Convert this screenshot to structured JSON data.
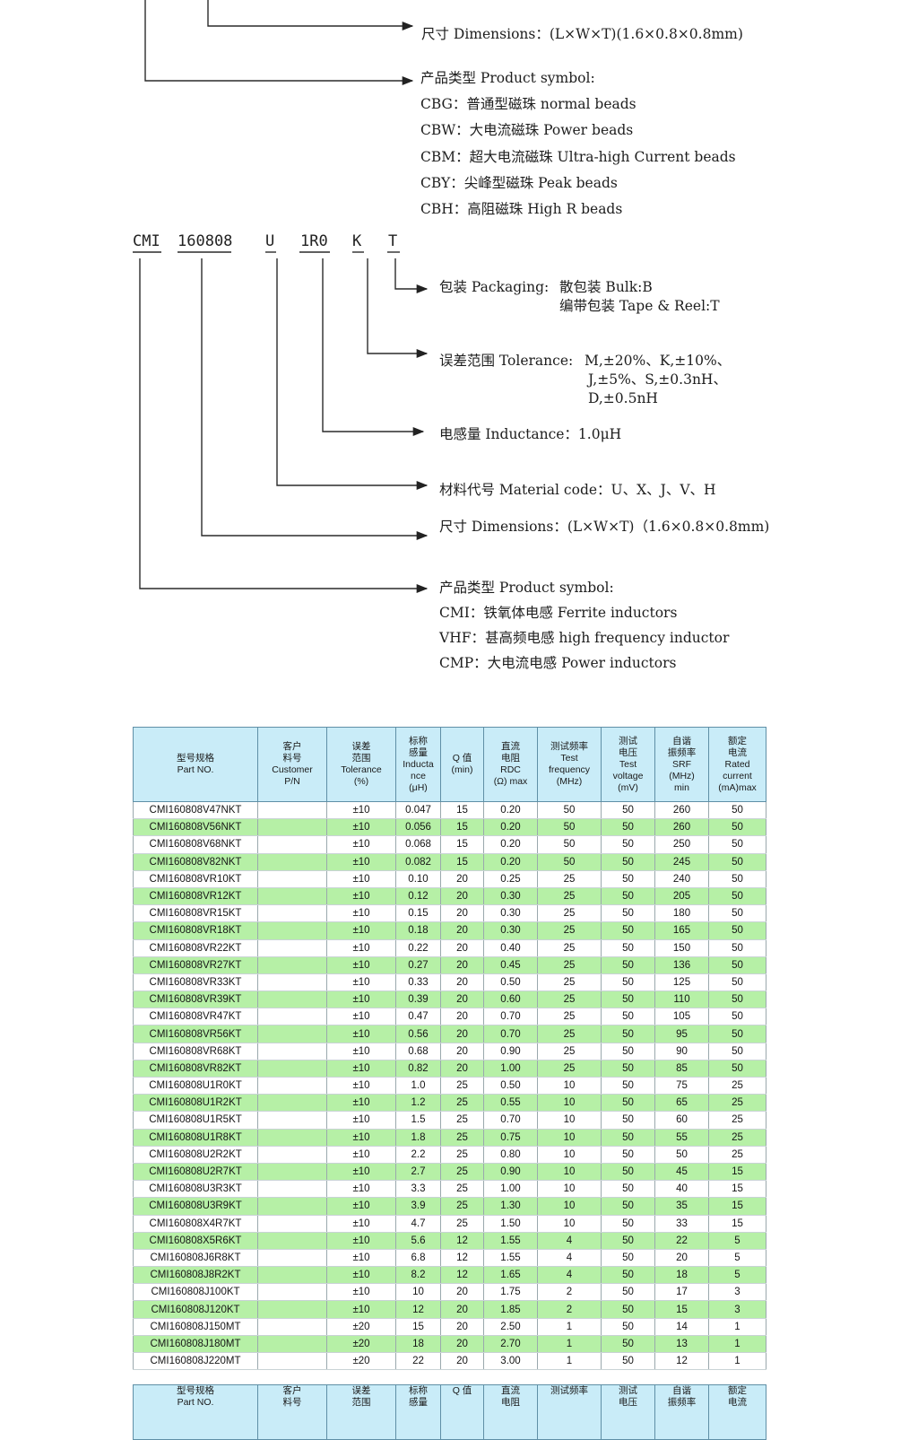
{
  "beads_legend": {
    "dimensions": "尺寸 Dimensions：(L×W×T)(1.6×0.8×0.8mm)",
    "product_symbol": "产品类型 Product symbol:",
    "types": [
      "CBG：普通型磁珠 normal beads",
      "CBW：大电流磁珠 Power beads",
      "CBM：超大电流磁珠 Ultra-high Current beads",
      "CBY：尖峰型磁珠 Peak beads",
      "CBH：高阻磁珠 High R beads"
    ]
  },
  "part_code": {
    "segments": [
      "CMI",
      "160808",
      "U",
      "1R0",
      "K",
      "T"
    ]
  },
  "inductor_legend": {
    "packaging_label": "包装 Packaging:",
    "packaging_bulk": "散包装 Bulk:B",
    "packaging_tape": "编带包装 Tape & Reel:T",
    "tolerance_label": "误差范围 Tolerance:",
    "tolerance_line1": "M,±20%、K,±10%、",
    "tolerance_line2": "J,±5%、S,±0.3nH、",
    "tolerance_line3": "D,±0.5nH",
    "inductance": "电感量 Inductance：1.0μH",
    "material": "材料代号 Material code：U、X、J、V、H",
    "dimensions": "尺寸 Dimensions：(L×W×T)（1.6×0.8×0.8mm)",
    "product_symbol": "产品类型 Product symbol:",
    "types": [
      "CMI：铁氧体电感 Ferrite inductors",
      "VHF：甚高频电感 high frequency inductor",
      "CMP：大电流电感 Power inductors"
    ]
  },
  "spec_table": {
    "headers": [
      "型号规格\nPart NO.",
      "客户\n料号\nCustomer\nP/N",
      "误差\n范围\nTolerance\n(%)",
      "标称\n感量\nInducta\nnce\n(μH)",
      "Q 值\n(min)",
      "直流\n电阻\nRDC\n(Ω) max",
      "测试频率\nTest\nfrequency\n(MHz)",
      "测试\n电压\nTest\nvoltage\n(mV)",
      "自谐\n振频率\nSRF\n(MHz)\nmin",
      "额定\n电流\nRated\ncurrent\n(mA)max"
    ],
    "rows": [
      [
        "CMI160808V47NKT",
        "",
        "±10",
        "0.047",
        "15",
        "0.20",
        "50",
        "50",
        "260",
        "50"
      ],
      [
        "CMI160808V56NKT",
        "",
        "±10",
        "0.056",
        "15",
        "0.20",
        "50",
        "50",
        "260",
        "50"
      ],
      [
        "CMI160808V68NKT",
        "",
        "±10",
        "0.068",
        "15",
        "0.20",
        "50",
        "50",
        "250",
        "50"
      ],
      [
        "CMI160808V82NKT",
        "",
        "±10",
        "0.082",
        "15",
        "0.20",
        "50",
        "50",
        "245",
        "50"
      ],
      [
        "CMI160808VR10KT",
        "",
        "±10",
        "0.10",
        "20",
        "0.25",
        "25",
        "50",
        "240",
        "50"
      ],
      [
        "CMI160808VR12KT",
        "",
        "±10",
        "0.12",
        "20",
        "0.30",
        "25",
        "50",
        "205",
        "50"
      ],
      [
        "CMI160808VR15KT",
        "",
        "±10",
        "0.15",
        "20",
        "0.30",
        "25",
        "50",
        "180",
        "50"
      ],
      [
        "CMI160808VR18KT",
        "",
        "±10",
        "0.18",
        "20",
        "0.30",
        "25",
        "50",
        "165",
        "50"
      ],
      [
        "CMI160808VR22KT",
        "",
        "±10",
        "0.22",
        "20",
        "0.40",
        "25",
        "50",
        "150",
        "50"
      ],
      [
        "CMI160808VR27KT",
        "",
        "±10",
        "0.27",
        "20",
        "0.45",
        "25",
        "50",
        "136",
        "50"
      ],
      [
        "CMI160808VR33KT",
        "",
        "±10",
        "0.33",
        "20",
        "0.50",
        "25",
        "50",
        "125",
        "50"
      ],
      [
        "CMI160808VR39KT",
        "",
        "±10",
        "0.39",
        "20",
        "0.60",
        "25",
        "50",
        "110",
        "50"
      ],
      [
        "CMI160808VR47KT",
        "",
        "±10",
        "0.47",
        "20",
        "0.70",
        "25",
        "50",
        "105",
        "50"
      ],
      [
        "CMI160808VR56KT",
        "",
        "±10",
        "0.56",
        "20",
        "0.70",
        "25",
        "50",
        "95",
        "50"
      ],
      [
        "CMI160808VR68KT",
        "",
        "±10",
        "0.68",
        "20",
        "0.90",
        "25",
        "50",
        "90",
        "50"
      ],
      [
        "CMI160808VR82KT",
        "",
        "±10",
        "0.82",
        "20",
        "1.00",
        "25",
        "50",
        "85",
        "50"
      ],
      [
        "CMI160808U1R0KT",
        "",
        "±10",
        "1.0",
        "25",
        "0.50",
        "10",
        "50",
        "75",
        "25"
      ],
      [
        "CMI160808U1R2KT",
        "",
        "±10",
        "1.2",
        "25",
        "0.55",
        "10",
        "50",
        "65",
        "25"
      ],
      [
        "CMI160808U1R5KT",
        "",
        "±10",
        "1.5",
        "25",
        "0.70",
        "10",
        "50",
        "60",
        "25"
      ],
      [
        "CMI160808U1R8KT",
        "",
        "±10",
        "1.8",
        "25",
        "0.75",
        "10",
        "50",
        "55",
        "25"
      ],
      [
        "CMI160808U2R2KT",
        "",
        "±10",
        "2.2",
        "25",
        "0.80",
        "10",
        "50",
        "50",
        "25"
      ],
      [
        "CMI160808U2R7KT",
        "",
        "±10",
        "2.7",
        "25",
        "0.90",
        "10",
        "50",
        "45",
        "15"
      ],
      [
        "CMI160808U3R3KT",
        "",
        "±10",
        "3.3",
        "25",
        "1.00",
        "10",
        "50",
        "40",
        "15"
      ],
      [
        "CMI160808U3R9KT",
        "",
        "±10",
        "3.9",
        "25",
        "1.30",
        "10",
        "50",
        "35",
        "15"
      ],
      [
        "CMI160808X4R7KT",
        "",
        "±10",
        "4.7",
        "25",
        "1.50",
        "10",
        "50",
        "33",
        "15"
      ],
      [
        "CMI160808X5R6KT",
        "",
        "±10",
        "5.6",
        "12",
        "1.55",
        "4",
        "50",
        "22",
        "5"
      ],
      [
        "CMI160808J6R8KT",
        "",
        "±10",
        "6.8",
        "12",
        "1.55",
        "4",
        "50",
        "20",
        "5"
      ],
      [
        "CMI160808J8R2KT",
        "",
        "±10",
        "8.2",
        "12",
        "1.65",
        "4",
        "50",
        "18",
        "5"
      ],
      [
        "CMI160808J100KT",
        "",
        "±10",
        "10",
        "20",
        "1.75",
        "2",
        "50",
        "17",
        "3"
      ],
      [
        "CMI160808J120KT",
        "",
        "±10",
        "12",
        "20",
        "1.85",
        "2",
        "50",
        "15",
        "3"
      ],
      [
        "CMI160808J150MT",
        "",
        "±20",
        "15",
        "20",
        "2.50",
        "1",
        "50",
        "14",
        "1"
      ],
      [
        "CMI160808J180MT",
        "",
        "±20",
        "18",
        "20",
        "2.70",
        "1",
        "50",
        "13",
        "1"
      ],
      [
        "CMI160808J220MT",
        "",
        "±20",
        "22",
        "20",
        "3.00",
        "1",
        "50",
        "12",
        "1"
      ]
    ]
  },
  "next_table_headers": [
    "型号规格\nPart NO.",
    "客户\n料号",
    "误差\n范围",
    "标称\n感量",
    "Q 值",
    "直流\n电阻",
    "测试频率",
    "测试\n电压",
    "自谐\n振频率",
    "额定\n电流"
  ],
  "colors": {
    "header_bg": "#c9ecf8",
    "row_alt_bg": "#b6f0a6",
    "line": "#2a2a2a"
  }
}
